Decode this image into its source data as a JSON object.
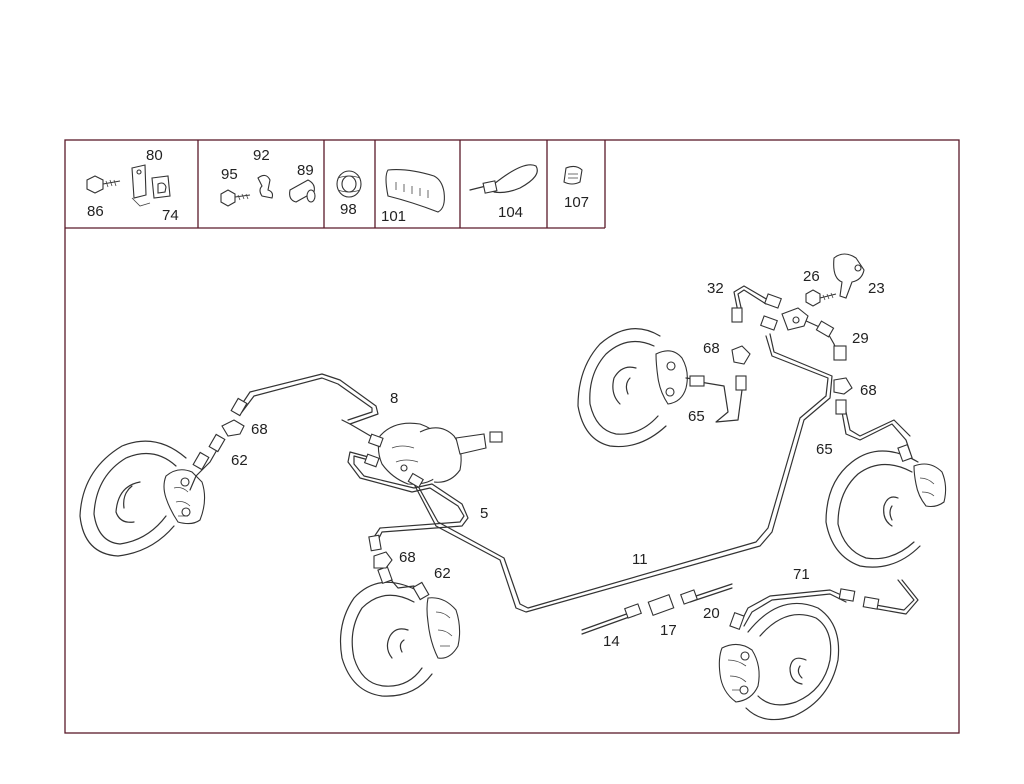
{
  "parts_box": {
    "cells": [
      {
        "labels": [
          "80",
          "86",
          "74"
        ]
      },
      {
        "labels": [
          "92",
          "95",
          "89"
        ]
      },
      {
        "labels": [
          "98"
        ]
      },
      {
        "labels": [
          "101"
        ]
      },
      {
        "labels": [
          "104"
        ]
      },
      {
        "labels": [
          "107"
        ]
      }
    ]
  },
  "callouts": {
    "c8": "8",
    "c68a": "68",
    "c62a": "62",
    "c5": "5",
    "c68b": "68",
    "c62b": "62",
    "c11": "11",
    "c14": "14",
    "c17": "17",
    "c20": "20",
    "c71": "71",
    "c32": "32",
    "c26": "26",
    "c23": "23",
    "c29": "29",
    "c68c": "68",
    "c68d": "68",
    "c65a": "65",
    "c65b": "65"
  }
}
